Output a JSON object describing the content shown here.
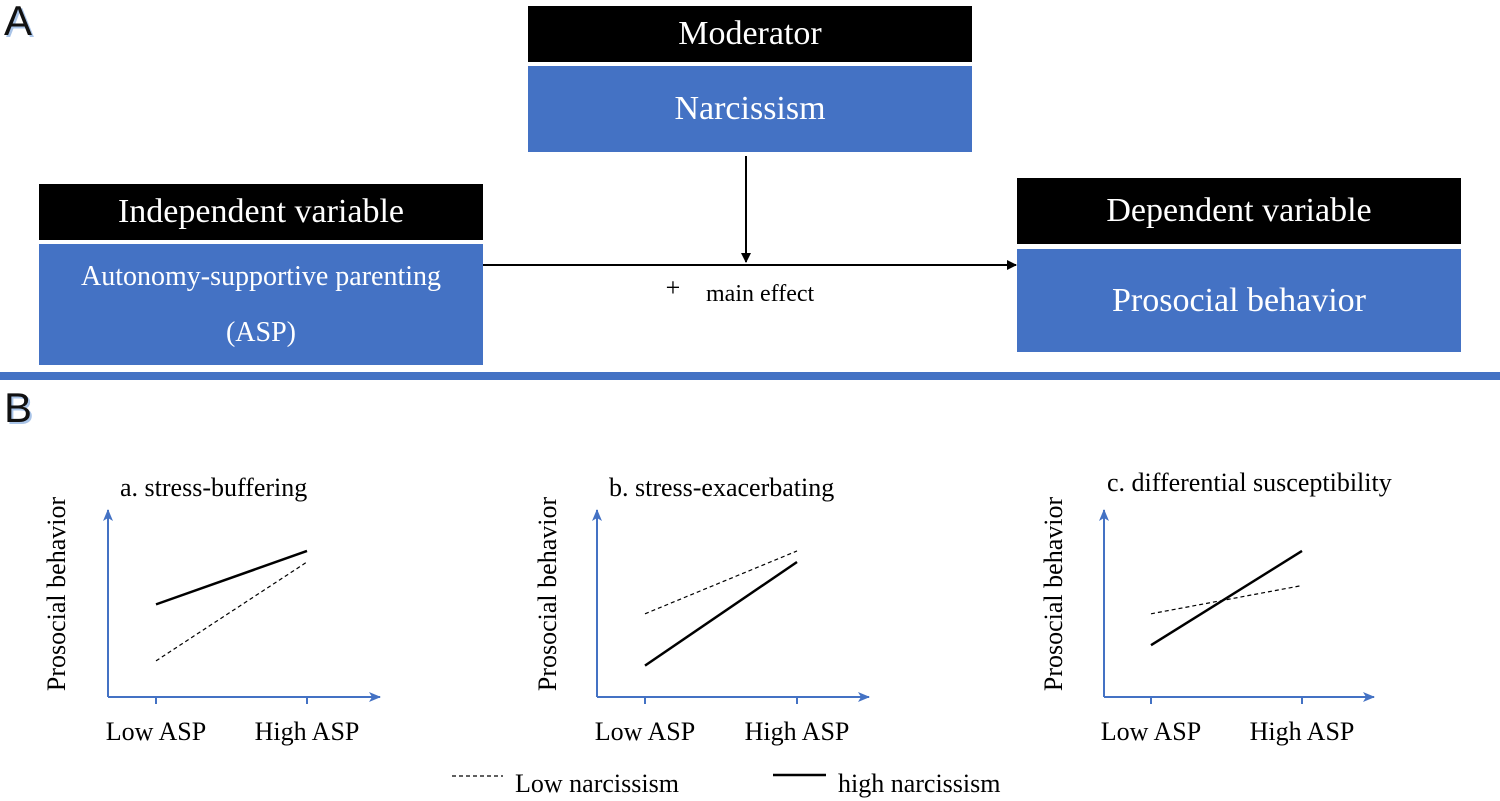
{
  "panel_a": {
    "letter": "A",
    "moderator": {
      "heading": "Moderator",
      "label": "Narcissism"
    },
    "independent": {
      "heading": "Independent variable",
      "label_line1": "Autonomy-supportive parenting",
      "label_line2": "(ASP)"
    },
    "dependent": {
      "heading": "Dependent variable",
      "label": "Prosocial behavior"
    },
    "arrow_annotation": {
      "sign": "+",
      "text": "main effect"
    }
  },
  "panel_b": {
    "letter": "B",
    "legend": {
      "dashed_label": "Low narcissism",
      "solid_label": "high narcissism"
    }
  },
  "chart_data": [
    {
      "type": "line",
      "title": "a. stress-buffering",
      "ylabel": "Prosocial behavior",
      "categories": [
        "Low ASP",
        "High ASP"
      ],
      "series": [
        {
          "name": "Low narcissism",
          "style": "dashed",
          "values": [
            0.23,
            0.86
          ]
        },
        {
          "name": "high narcissism",
          "style": "solid",
          "values": [
            0.59,
            0.93
          ]
        }
      ]
    },
    {
      "type": "line",
      "title": "b. stress-exacerbating",
      "ylabel": "Prosocial behavior",
      "categories": [
        "Low ASP",
        "High ASP"
      ],
      "series": [
        {
          "name": "Low narcissism",
          "style": "dashed",
          "values": [
            0.53,
            0.93
          ]
        },
        {
          "name": "high narcissism",
          "style": "solid",
          "values": [
            0.2,
            0.86
          ]
        }
      ]
    },
    {
      "type": "line",
      "title": "c. differential susceptibility",
      "ylabel": "Prosocial behavior",
      "categories": [
        "Low ASP",
        "High ASP"
      ],
      "series": [
        {
          "name": "Low narcissism",
          "style": "dashed",
          "values": [
            0.53,
            0.71
          ]
        },
        {
          "name": "high narcissism",
          "style": "solid",
          "values": [
            0.33,
            0.93
          ]
        }
      ]
    }
  ]
}
